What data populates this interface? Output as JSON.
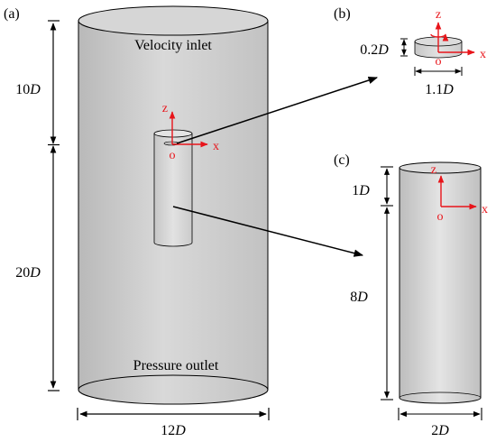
{
  "panels": {
    "a": {
      "tag": "(a)",
      "inlet_label": "Velocity inlet",
      "outlet_label": "Pressure outlet",
      "dim_top": "10",
      "dim_bottom": "20",
      "dim_width": "12",
      "dim_unit": "D"
    },
    "b": {
      "tag": "(b)",
      "dim_height": "0.2",
      "dim_width": "1.1",
      "dim_unit": "D"
    },
    "c": {
      "tag": "(c)",
      "dim_top": "1",
      "dim_bottom": "8",
      "dim_width": "2",
      "dim_unit": "D"
    }
  },
  "axes": {
    "z_label": "z",
    "x_label": "x",
    "origin_label": "o"
  },
  "colors": {
    "axis": "#e8141a",
    "cylinder_fill": "#cfcfcf",
    "outline": "#000000"
  }
}
